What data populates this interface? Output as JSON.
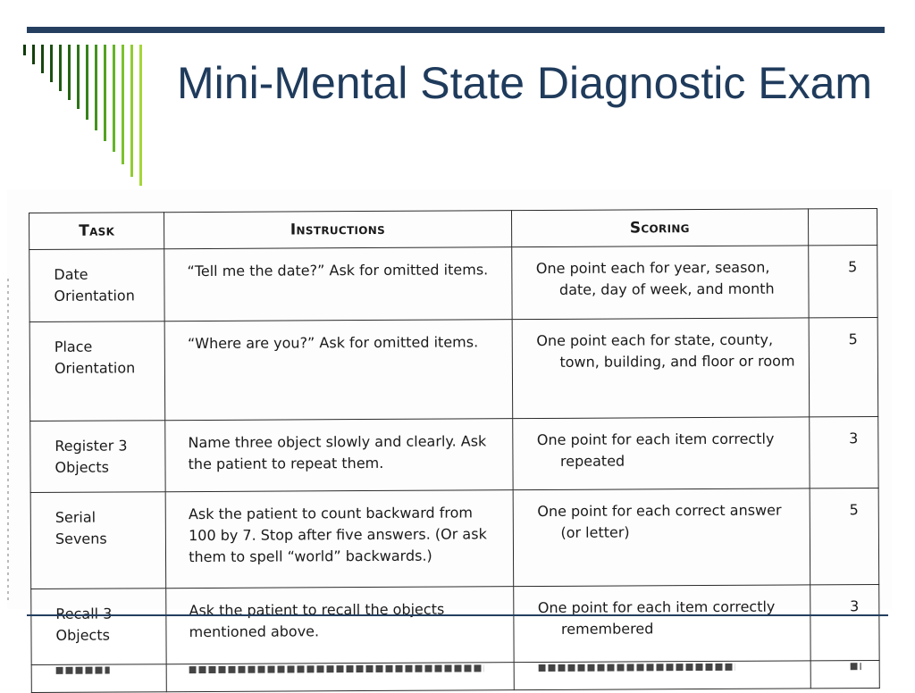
{
  "slide": {
    "title": "Mini-Mental State Diagnostic Exam"
  },
  "colors": {
    "title": "#1f3b5c",
    "rule": "#243f60",
    "stripe_dark": "#1e4d12",
    "stripe_light": "#9acd32"
  },
  "table": {
    "headers": {
      "task": "Task",
      "instructions": "Instructions",
      "scoring": "Scoring",
      "points": ""
    },
    "rows": [
      {
        "task": "Date\nOrientation",
        "instructions": "“Tell me the date?” Ask for omitted items.",
        "scoring": "One point each for year, season, date, day of week, and month",
        "points": "5"
      },
      {
        "task": "Place\nOrientation",
        "instructions": "“Where are you?” Ask for omitted items.",
        "scoring": "One point each for state, county, town, building, and floor or room",
        "points": "5"
      },
      {
        "task": "Register 3\nObjects",
        "instructions": "Name three object slowly and clearly. Ask the patient to repeat them.",
        "scoring": "One point for each item correctly repeated",
        "points": "3"
      },
      {
        "task": "Serial\nSevens",
        "instructions": "Ask the patient to count backward from 100 by 7. Stop after five answers. (Or ask them to spell “world” backwards.)",
        "scoring": "One point for each correct answer (or letter)",
        "points": "5"
      },
      {
        "task": "Recall 3\nObjects",
        "instructions": "Ask the patient to recall the objects mentioned above.",
        "scoring": "One point for each item correctly remembered",
        "points": "3"
      }
    ]
  }
}
